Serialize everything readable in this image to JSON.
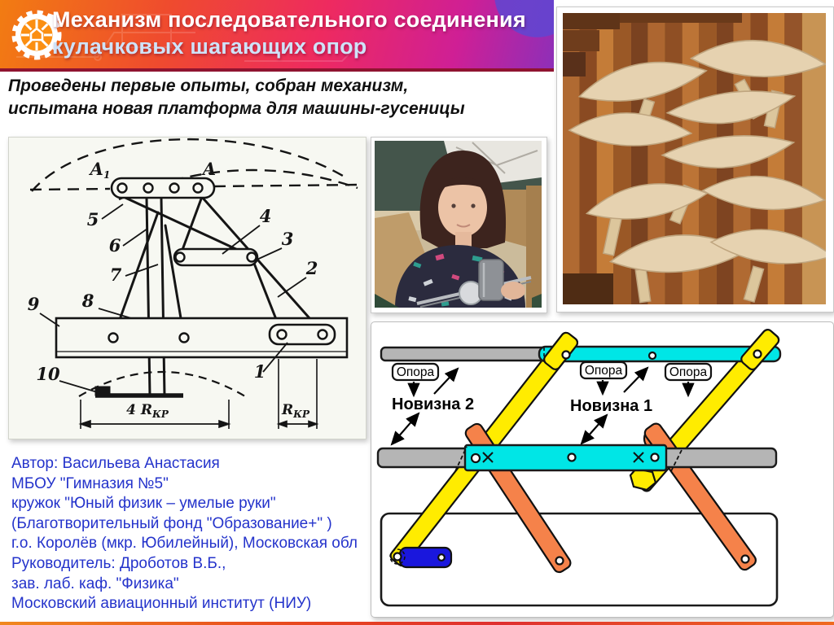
{
  "header": {
    "title_line1": "Механизм последовательного соединения",
    "title_line2": "кулачковых шагающих опор"
  },
  "subtitle": {
    "line1": "Проведены первые опыты, собран механизм,",
    "line2": "испытана новая платформа для машины-гусеницы"
  },
  "author": {
    "lines": [
      "Автор: Васильева Анастасия",
      "МБОУ \"Гимназия №5\"",
      "кружок \"Юный физик – умелые руки\"",
      "(Благотворительный фонд \"Образование+\" )",
      "г.о. Королёв (мкр. Юбилейный), Московская обл",
      "Руководитель: Дроботов В.Б.,",
      "зав. лаб. каф. \"Физика\"",
      "Московский авиационный институт (НИУ)"
    ]
  },
  "figure": {
    "labels": {
      "n1": "1",
      "n2": "2",
      "n3": "3",
      "n4": "4",
      "n5": "5",
      "n6": "6",
      "n7": "7",
      "n8": "8",
      "n9": "9",
      "n10": "10",
      "jointA1": "A",
      "jointA1_sub": "1",
      "jointA": "A",
      "dim_left": "4 R",
      "dim_left_sub": "КР",
      "dim_right": "R",
      "dim_right_sub": "КР"
    }
  },
  "mechanism": {
    "support_label": "Опора",
    "novelty_1": "Новизна 1",
    "novelty_2": "Новизна 2",
    "colors": {
      "gray": "#b5b5b5",
      "cyan": "#00e6e6",
      "yellow": "#ffec00",
      "orange": "#f5824a",
      "blue": "#1a17dd"
    }
  }
}
